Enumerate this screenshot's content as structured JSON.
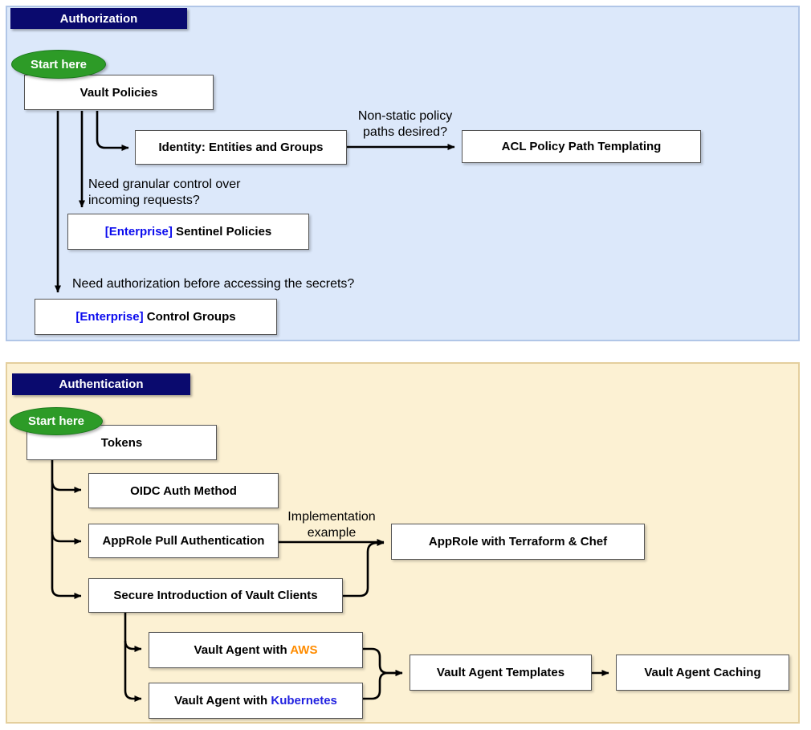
{
  "colors": {
    "panel_blue_fill": "#dce8fa",
    "panel_blue_border": "#b1c6e7",
    "panel_yellow_fill": "#fcf1d3",
    "panel_yellow_border": "#e4cf9d",
    "badge_navy": "#0a0a6e",
    "start_green": "#2d9b27",
    "enterprise_blue": "#0b0bee",
    "aws_orange": "#ff8c00",
    "kubernetes_blue": "#2222e0",
    "arrow_black": "#000000"
  },
  "authorization": {
    "title": "Authorization",
    "start_label": "Start here",
    "nodes": {
      "vault_policies": "Vault Policies",
      "identity": "Identity: Entities and Groups",
      "acl_templating": "ACL Policy Path Templating",
      "sentinel": {
        "prefix": "[Enterprise]",
        "label": " Sentinel Policies"
      },
      "control_groups": {
        "prefix": "[Enterprise]",
        "label": " Control Groups"
      }
    },
    "labels": {
      "nonstatic": "Non-static policy\npaths desired?",
      "granular": "Need granular control over\nincoming requests?",
      "authz_before": "Need authorization before accessing the secrets?"
    }
  },
  "authentication": {
    "title": "Authentication",
    "start_label": "Start here",
    "nodes": {
      "tokens": "Tokens",
      "oidc": "OIDC Auth Method",
      "approle_pull": "AppRole Pull Authentication",
      "approle_tf_chef": "AppRole with Terraform & Chef",
      "secure_intro": "Secure Introduction of Vault Clients",
      "agent_aws": {
        "label": "Vault Agent with ",
        "suffix": "AWS"
      },
      "agent_k8s": {
        "label": "Vault Agent with ",
        "suffix": "Kubernetes"
      },
      "agent_templates": "Vault Agent Templates",
      "agent_caching": "Vault Agent Caching"
    },
    "labels": {
      "implementation": "Implementation\nexample"
    }
  }
}
